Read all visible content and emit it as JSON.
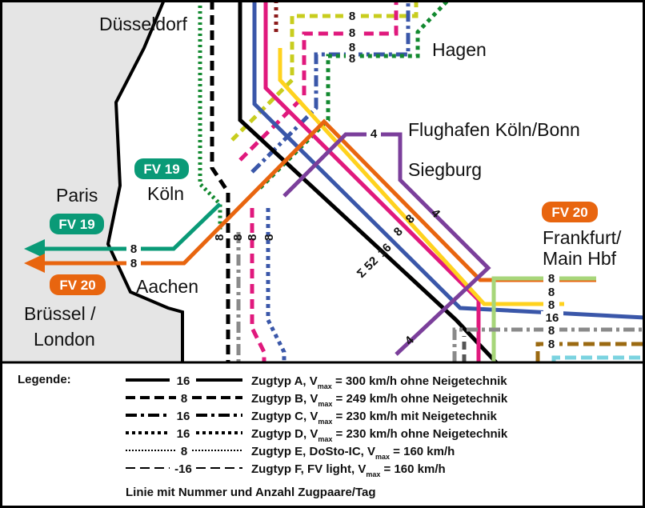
{
  "map": {
    "colors": {
      "green_fv19": "#0a9a77",
      "orange_fv20": "#e8650f",
      "blue": "#3a57a9",
      "pink": "#e0197d",
      "yellow": "#ffd21e",
      "purple": "#7b3f9b",
      "olive": "#c8cd1e",
      "darkgreen": "#12892f",
      "lightgreen": "#a7d67a",
      "gray": "#8a8a8a",
      "brown": "#9b6a12",
      "cyan": "#7bd3e0",
      "land_west": "#e5e5e5"
    },
    "cities": {
      "duesseldorf": "Düsseldorf",
      "hagen": "Hagen",
      "flughafen": "Flughafen Köln/Bonn",
      "siegburg": "Siegburg",
      "frankfurt_line1": "Frankfurt/",
      "frankfurt_line2": "Main Hbf",
      "paris": "Paris",
      "koeln": "Köln",
      "aachen": "Aachen",
      "bruessel_line1": "Brüssel /",
      "bruessel_line2": "London"
    },
    "badges": {
      "fv19_top": "FV 19",
      "fv19_left": "FV 19",
      "fv20_left": "FV 20",
      "fv20_right": "FV 20"
    },
    "counts": {
      "hagen_1": "8",
      "hagen_2": "8",
      "hagen_3": "8",
      "hagen_4": "8",
      "flughafen_4": "4",
      "diag_4": "4",
      "diag_8a": "8",
      "diag_8b": "8",
      "diag_16": "16",
      "sum_label": "Σ 52",
      "west_8a": "8",
      "west_8b": "8",
      "koeln_8a": "8",
      "koeln_8b": "8",
      "koeln_8c": "8",
      "koeln_8d": "8",
      "ffm_8a": "8",
      "ffm_8b": "8",
      "ffm_8c": "8",
      "ffm_16": "16",
      "ffm_8d": "8",
      "ffm_8e": "8",
      "lower_4": "4"
    }
  },
  "legend": {
    "title": "Legende:",
    "rows": [
      {
        "num": "16",
        "pre": "Zugtyp A, V",
        "sub": "max",
        "post": " = 300 km/h ohne Neigetechnik"
      },
      {
        "num": "8",
        "pre": "Zugtyp B, V",
        "sub": "max",
        "post": " = 249 km/h ohne Neigetechnik"
      },
      {
        "num": "16",
        "pre": "Zugtyp C, V",
        "sub": "max",
        "post": " = 230 km/h mit Neigetechnik"
      },
      {
        "num": "16",
        "pre": "Zugtyp D, V",
        "sub": "max",
        "post": " = 230 km/h ohne Neigetechnik"
      },
      {
        "num": "8",
        "pre": "Zugtyp E, DoSto-IC, V",
        "sub": "max",
        "post": " = 160 km/h"
      },
      {
        "num": "-16",
        "pre": "Zugtyp F, FV light, V",
        "sub": "max",
        "post": " = 160 km/h"
      }
    ],
    "footer": "Linie mit Nummer und Anzahl Zugpaare/Tag"
  }
}
